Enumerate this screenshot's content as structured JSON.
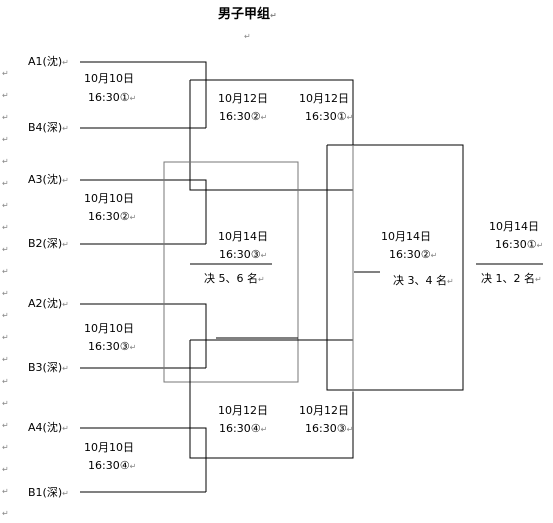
{
  "title": "男子甲组",
  "return_mark": "↵",
  "teams": {
    "a1": "A1(沈)",
    "b4": "B4(深)",
    "a3": "A3(沈)",
    "b2": "B2(深)",
    "a2": "A2(沈)",
    "b3": "B3(深)",
    "a4": "A4(沈)",
    "b1": "B1(深)"
  },
  "round1": [
    {
      "date": "10月10日",
      "time": "16:30①"
    },
    {
      "date": "10月10日",
      "time": "16:30②"
    },
    {
      "date": "10月10日",
      "time": "16:30③"
    },
    {
      "date": "10月10日",
      "time": "16:30④"
    }
  ],
  "round2": [
    {
      "date": "10月12日",
      "time": "16:30②"
    },
    {
      "date": "10月12日",
      "time": "16:30①"
    },
    {
      "date": "10月12日",
      "time": "16:30④"
    },
    {
      "date": "10月12日",
      "time": "16:30③"
    }
  ],
  "place56": {
    "date": "10月14日",
    "time": "16:30③",
    "label": "决 5、6 名"
  },
  "place34": {
    "date": "10月14日",
    "time": "16:30②",
    "label": "决 3、4 名"
  },
  "final": {
    "date": "10月14日",
    "time": "16:30①",
    "label": "决 1、2 名"
  }
}
